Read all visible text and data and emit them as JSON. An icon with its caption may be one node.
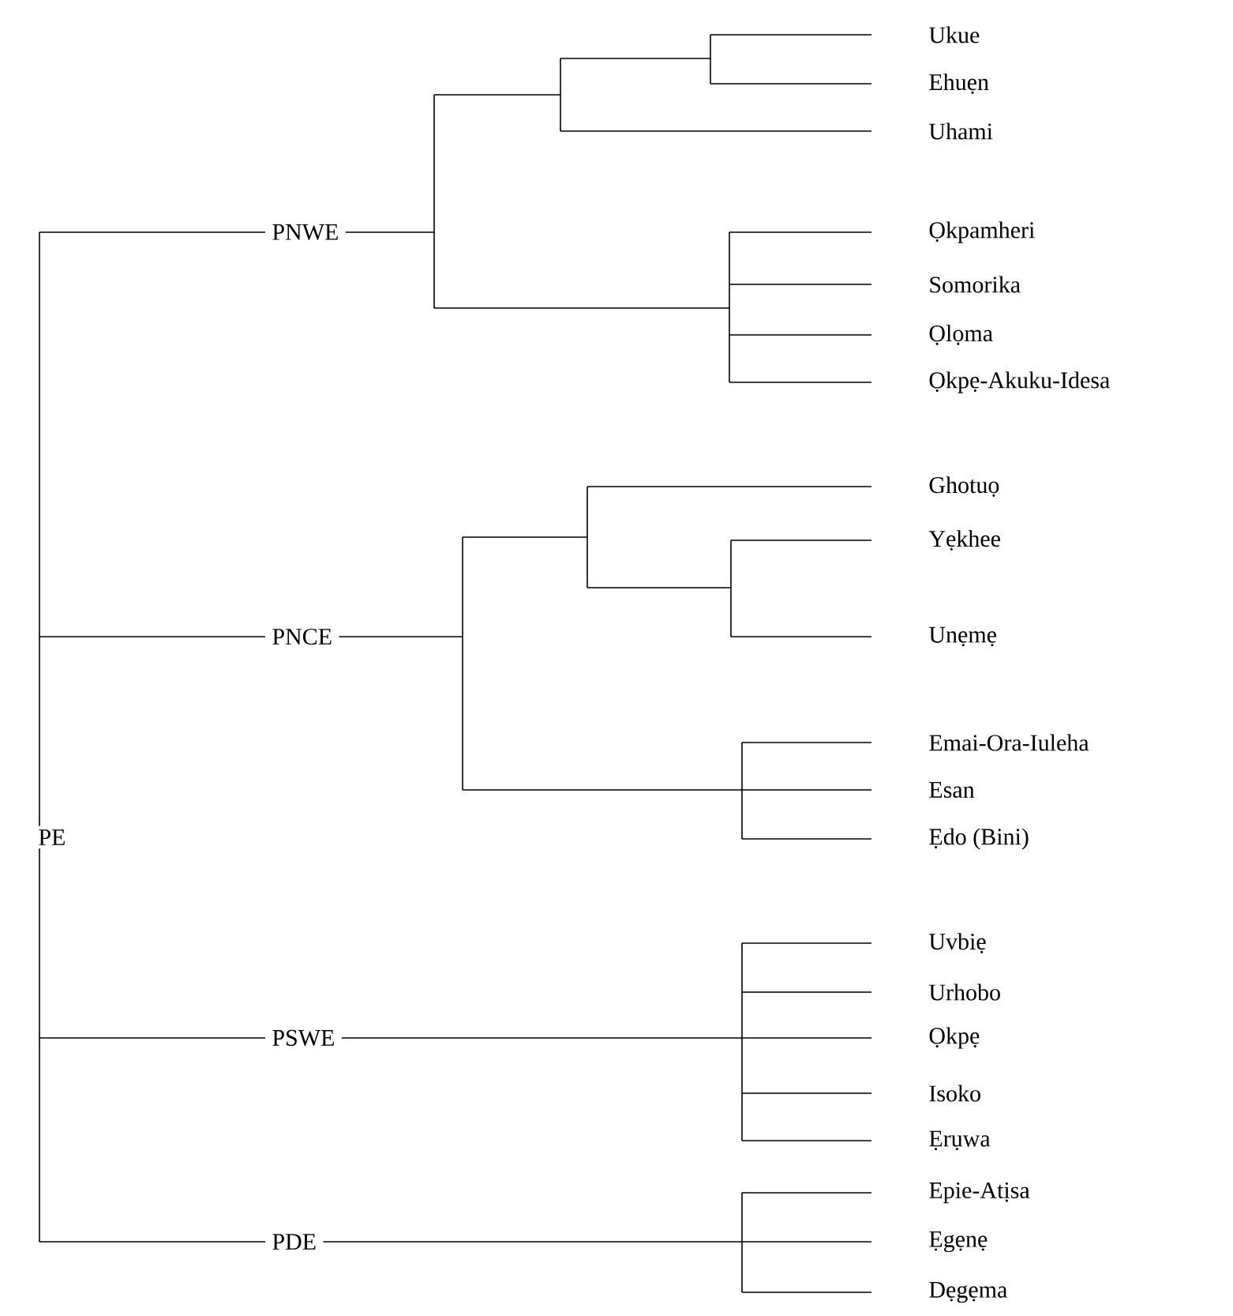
{
  "diagram": {
    "nodes": [
      {
        "text": [
          "PE"
        ]
      },
      {
        "text": [
          "PNWE"
        ]
      },
      {
        "text": [
          "PNCE"
        ]
      },
      {
        "text": [
          "PSWE"
        ]
      },
      {
        "text": [
          "PDE"
        ]
      },
      {
        "text": [
          "Ukue"
        ]
      },
      {
        "text": [
          "Ehuẹn"
        ]
      },
      {
        "text": [
          "Uhami"
        ]
      },
      {
        "text": [
          "Ọkpamheri"
        ]
      },
      {
        "text": [
          "Somorika"
        ]
      },
      {
        "text": [
          "Ọlọma"
        ]
      },
      {
        "text": [
          "Ọkpẹ-Akuku-Idesa"
        ]
      },
      {
        "text": [
          "Ghotuọ"
        ]
      },
      {
        "text": [
          "Yẹkhee"
        ]
      },
      {
        "text": [
          "Unẹmẹ"
        ]
      },
      {
        "text": [
          "Emai-Ora-Iuleha"
        ]
      },
      {
        "text": [
          "Esan"
        ]
      },
      {
        "text": [
          "Ẹdo (Bini)"
        ]
      },
      {
        "text": [
          "Uvbiẹ"
        ]
      },
      {
        "text": [
          "Urhobo"
        ]
      },
      {
        "text": [
          "Ọkpẹ"
        ]
      },
      {
        "text": [
          "Isoko"
        ]
      },
      {
        "text": [
          "Ẹrụwa"
        ]
      },
      {
        "text": [
          "Epie-Atịsa"
        ]
      },
      {
        "text": [
          "Ẹgẹnẹ"
        ]
      },
      {
        "text": [
          "Dẹgẹma"
        ]
      }
    ],
    "edges": [
      {
        "from": 0,
        "to": 1,
        "arrow": "none"
      },
      {
        "from": 0,
        "to": 2,
        "arrow": "none"
      },
      {
        "from": 0,
        "to": 3,
        "arrow": "none"
      },
      {
        "from": 0,
        "to": 4,
        "arrow": "none"
      },
      {
        "from": 1,
        "to": 5,
        "arrow": "none"
      },
      {
        "from": 1,
        "to": 6,
        "arrow": "none"
      },
      {
        "from": 1,
        "to": 7,
        "arrow": "none"
      },
      {
        "from": 1,
        "to": 8,
        "arrow": "none"
      },
      {
        "from": 1,
        "to": 9,
        "arrow": "none"
      },
      {
        "from": 1,
        "to": 10,
        "arrow": "none"
      },
      {
        "from": 1,
        "to": 11,
        "arrow": "none"
      },
      {
        "from": 2,
        "to": 12,
        "arrow": "none"
      },
      {
        "from": 2,
        "to": 13,
        "arrow": "none"
      },
      {
        "from": 2,
        "to": 14,
        "arrow": "none"
      },
      {
        "from": 2,
        "to": 15,
        "arrow": "none"
      },
      {
        "from": 2,
        "to": 16,
        "arrow": "none"
      },
      {
        "from": 2,
        "to": 17,
        "arrow": "none"
      },
      {
        "from": 3,
        "to": 18,
        "arrow": "none"
      },
      {
        "from": 3,
        "to": 19,
        "arrow": "none"
      },
      {
        "from": 3,
        "to": 20,
        "arrow": "none"
      },
      {
        "from": 3,
        "to": 21,
        "arrow": "none"
      },
      {
        "from": 3,
        "to": 22,
        "arrow": "none"
      },
      {
        "from": 4,
        "to": 23,
        "arrow": "none"
      },
      {
        "from": 4,
        "to": 24,
        "arrow": "none"
      },
      {
        "from": 4,
        "to": 25,
        "arrow": "none"
      }
    ]
  }
}
